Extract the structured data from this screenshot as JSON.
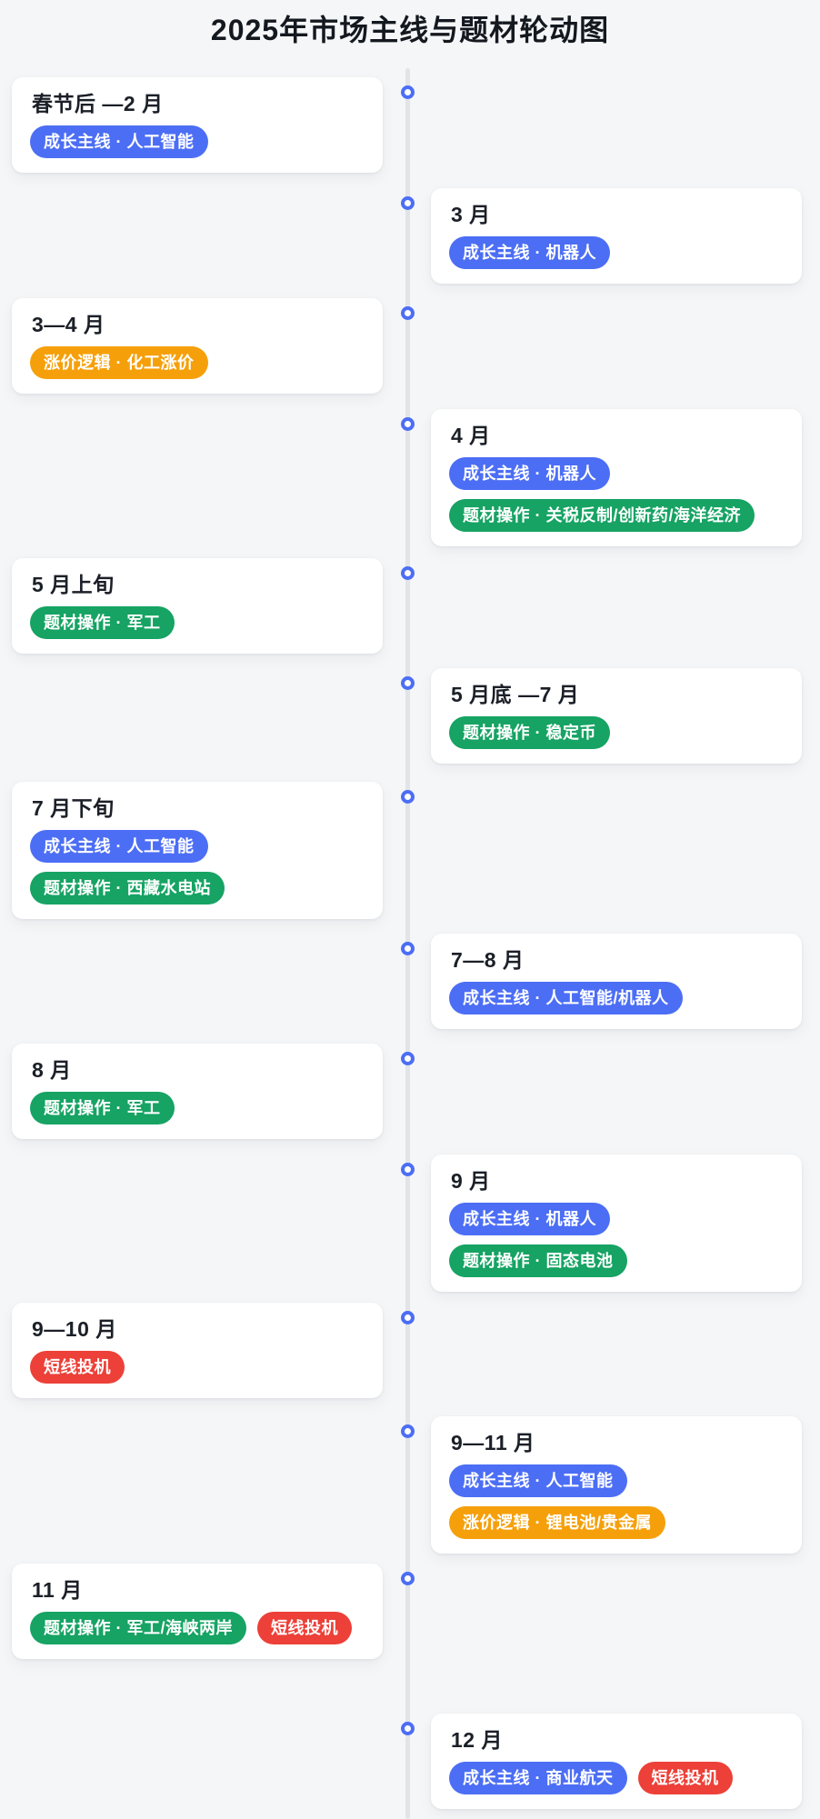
{
  "page": {
    "title": "2025年市场主线与题材轮动图"
  },
  "colors": {
    "tag_blue": "#4c6ef5",
    "tag_green": "#16a363",
    "tag_orange": "#f5a00b",
    "tag_red": "#ec4038",
    "dot_ring": "#4c6ef5",
    "axis_line": "#e2e4e8",
    "background": "#f5f6f8",
    "card_background": "#ffffff"
  },
  "timeline": {
    "cards": [
      {
        "period": "春节后 —2 月",
        "side": "left",
        "tags": [
          {
            "label": "成长主线 · 人工智能",
            "color": "blue"
          }
        ]
      },
      {
        "period": "3 月",
        "side": "right",
        "tags": [
          {
            "label": "成长主线 · 机器人",
            "color": "blue"
          }
        ]
      },
      {
        "period": "3—4 月",
        "side": "left",
        "tags": [
          {
            "label": "涨价逻辑 · 化工涨价",
            "color": "orange"
          }
        ]
      },
      {
        "period": "4 月",
        "side": "right",
        "tags": [
          {
            "label": "成长主线 · 机器人",
            "color": "blue"
          },
          {
            "label": "题材操作 · 关税反制/创新药/海洋经济",
            "color": "green"
          }
        ]
      },
      {
        "period": "5 月上旬",
        "side": "left",
        "tags": [
          {
            "label": "题材操作 · 军工",
            "color": "green"
          }
        ]
      },
      {
        "period": "5 月底 —7 月",
        "side": "right",
        "tags": [
          {
            "label": "题材操作 · 稳定币",
            "color": "green"
          }
        ]
      },
      {
        "period": "7 月下旬",
        "side": "left",
        "tags": [
          {
            "label": "成长主线 · 人工智能",
            "color": "blue"
          },
          {
            "label": "题材操作 · 西藏水电站",
            "color": "green"
          }
        ]
      },
      {
        "period": "7—8 月",
        "side": "right",
        "tags": [
          {
            "label": "成长主线 · 人工智能/机器人",
            "color": "blue"
          }
        ]
      },
      {
        "period": "8 月",
        "side": "left",
        "tags": [
          {
            "label": "题材操作 · 军工",
            "color": "green"
          }
        ]
      },
      {
        "period": "9 月",
        "side": "right",
        "tags": [
          {
            "label": "成长主线 · 机器人",
            "color": "blue"
          },
          {
            "label": "题材操作 · 固态电池",
            "color": "green"
          }
        ]
      },
      {
        "period": "9—10 月",
        "side": "left",
        "tags": [
          {
            "label": "短线投机",
            "color": "red"
          }
        ]
      },
      {
        "period": "9—11 月",
        "side": "right",
        "tags": [
          {
            "label": "成长主线 · 人工智能",
            "color": "blue"
          },
          {
            "label": "涨价逻辑 · 锂电池/贵金属",
            "color": "orange"
          }
        ]
      },
      {
        "period": "11 月",
        "side": "left",
        "tags": [
          {
            "label": "题材操作 · 军工/海峡两岸",
            "color": "green"
          },
          {
            "label": "短线投机",
            "color": "red"
          }
        ]
      },
      {
        "period": "12 月",
        "side": "right",
        "tags": [
          {
            "label": "成长主线 · 商业航天",
            "color": "blue"
          },
          {
            "label": "短线投机",
            "color": "red"
          }
        ]
      }
    ]
  }
}
